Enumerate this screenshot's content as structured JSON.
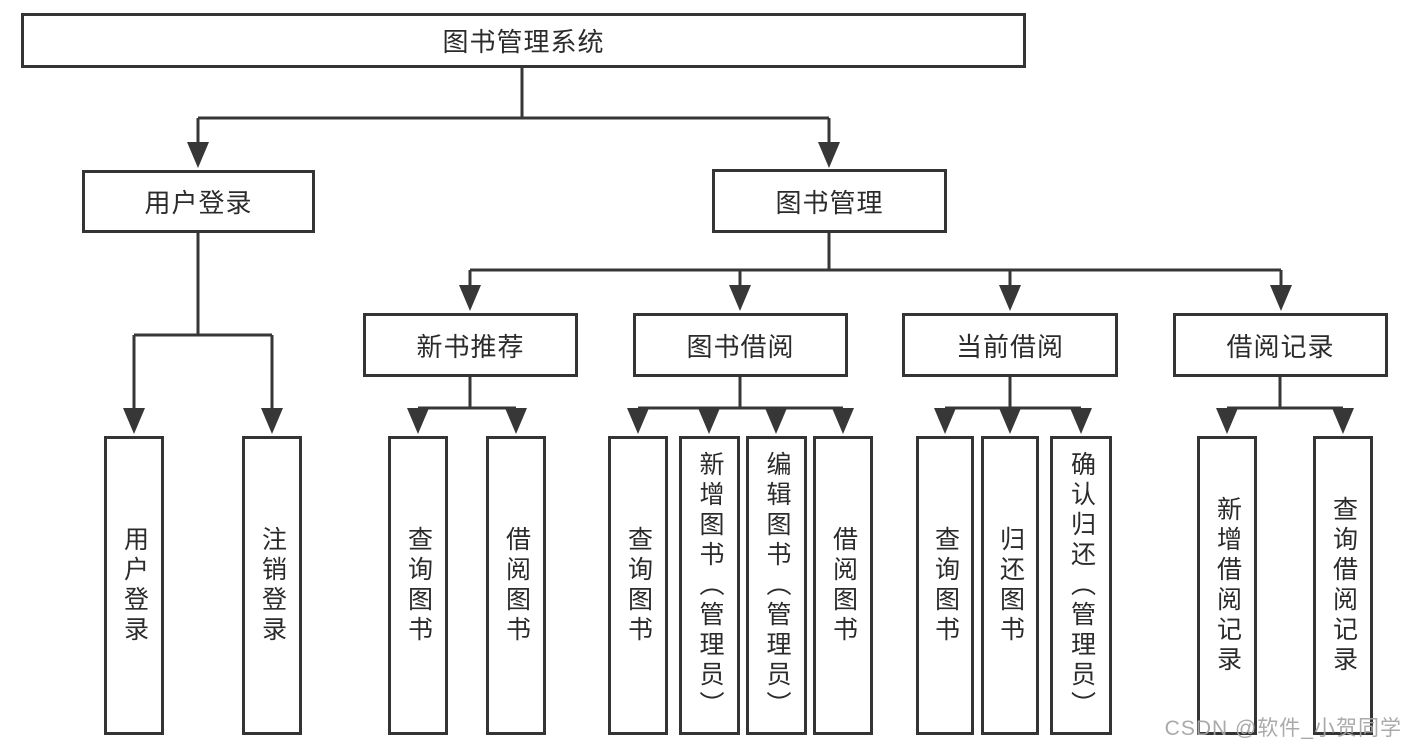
{
  "colors": {
    "line": "#373737",
    "box_border": "#343434",
    "box_fill": "#ffffff",
    "text": "#2b2b2b",
    "watermark": "#a5a5a5",
    "background": "#ffffff"
  },
  "watermark": {
    "text": "CSDN @软件_小贺同学"
  },
  "tree": {
    "label": "图书管理系统",
    "children": [
      {
        "label": "用户登录",
        "children": [
          {
            "label": "用户登录"
          },
          {
            "label": "注销登录"
          }
        ]
      },
      {
        "label": "图书管理",
        "children": [
          {
            "label": "新书推荐",
            "children": [
              {
                "label": "查询图书"
              },
              {
                "label": "借阅图书"
              }
            ]
          },
          {
            "label": "图书借阅",
            "children": [
              {
                "label": "查询图书"
              },
              {
                "label": "新增图书（管理员）"
              },
              {
                "label": "编辑图书（管理员）"
              },
              {
                "label": "借阅图书"
              }
            ]
          },
          {
            "label": "当前借阅",
            "children": [
              {
                "label": "查询图书"
              },
              {
                "label": "归还图书"
              },
              {
                "label": "确认归还（管理员）"
              }
            ]
          },
          {
            "label": "借阅记录",
            "children": [
              {
                "label": "新增借阅记录"
              },
              {
                "label": "查询借阅记录"
              }
            ]
          }
        ]
      }
    ]
  }
}
